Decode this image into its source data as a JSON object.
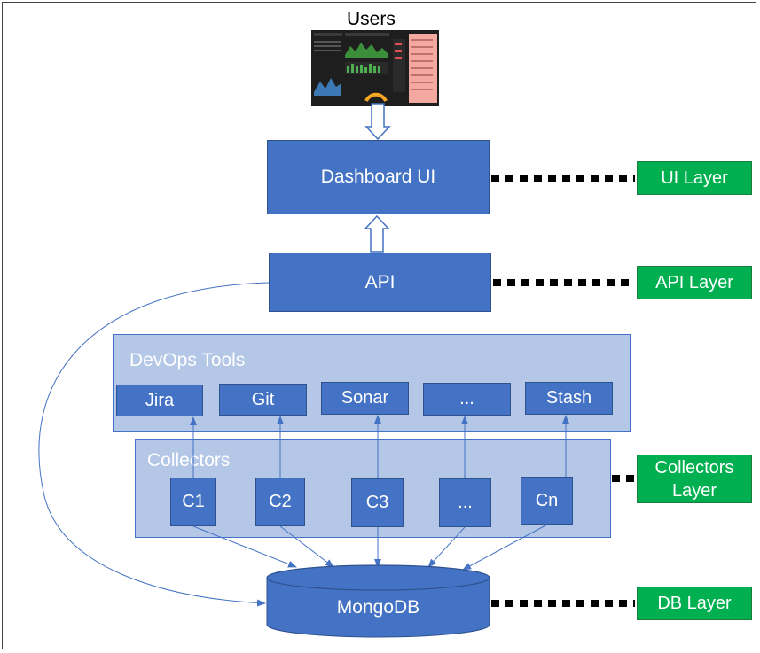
{
  "users": {
    "label": "Users"
  },
  "dashboard": {
    "label": "Dashboard UI"
  },
  "api": {
    "label": "API"
  },
  "devops": {
    "title": "DevOps Tools",
    "tools": [
      "Jira",
      "Git",
      "Sonar",
      "...",
      "Stash"
    ]
  },
  "collectors": {
    "title": "Collectors",
    "items": [
      "C1",
      "C2",
      "C3",
      "...",
      "Cn"
    ]
  },
  "db": {
    "label": "MongoDB"
  },
  "layers": {
    "ui": "UI Layer",
    "api": "API Layer",
    "collectors_line1": "Collectors",
    "collectors_line2": "Layer",
    "db": "DB Layer"
  },
  "colors": {
    "primary": "#4472c4",
    "light": "#b4c7e7",
    "layer_green": "#00b050",
    "connector": "#000000"
  }
}
